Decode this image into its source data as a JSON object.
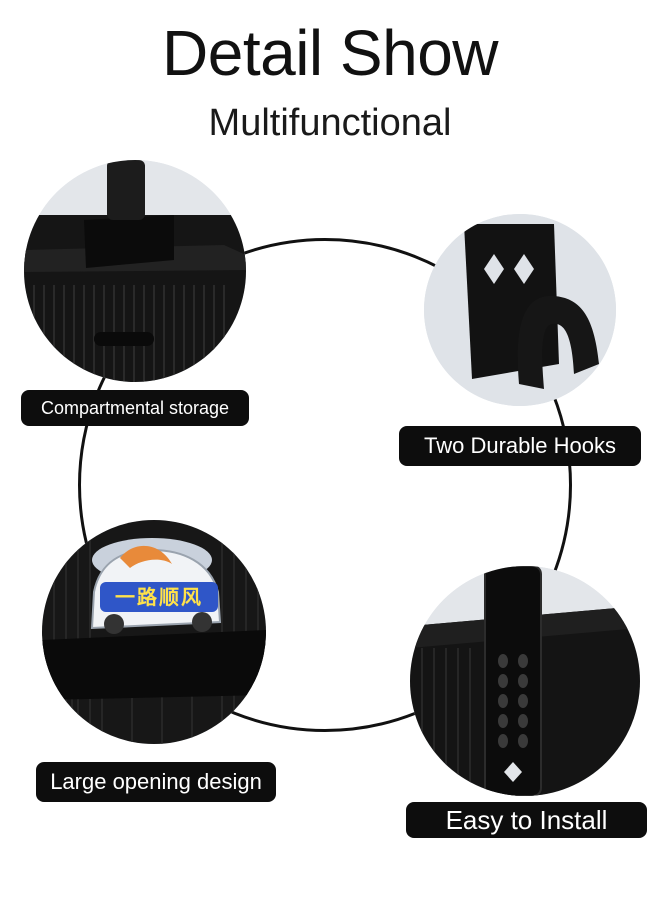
{
  "header": {
    "title": "Detail Show",
    "subtitle": "Multifunctional"
  },
  "features": [
    {
      "label": "Compartmental storage",
      "icon": "storage-box-icon"
    },
    {
      "label": "Two Durable Hooks",
      "icon": "hook-icon"
    },
    {
      "label": "Large opening design",
      "icon": "opening-icon"
    },
    {
      "label": "Easy to Install",
      "icon": "strap-icon"
    }
  ],
  "sticker": {
    "text": "一路顺风"
  },
  "colors": {
    "product": "#111111",
    "bubble_bg": "#dde1e6",
    "label_bg": "#0d0d0d",
    "label_text": "#ffffff"
  }
}
